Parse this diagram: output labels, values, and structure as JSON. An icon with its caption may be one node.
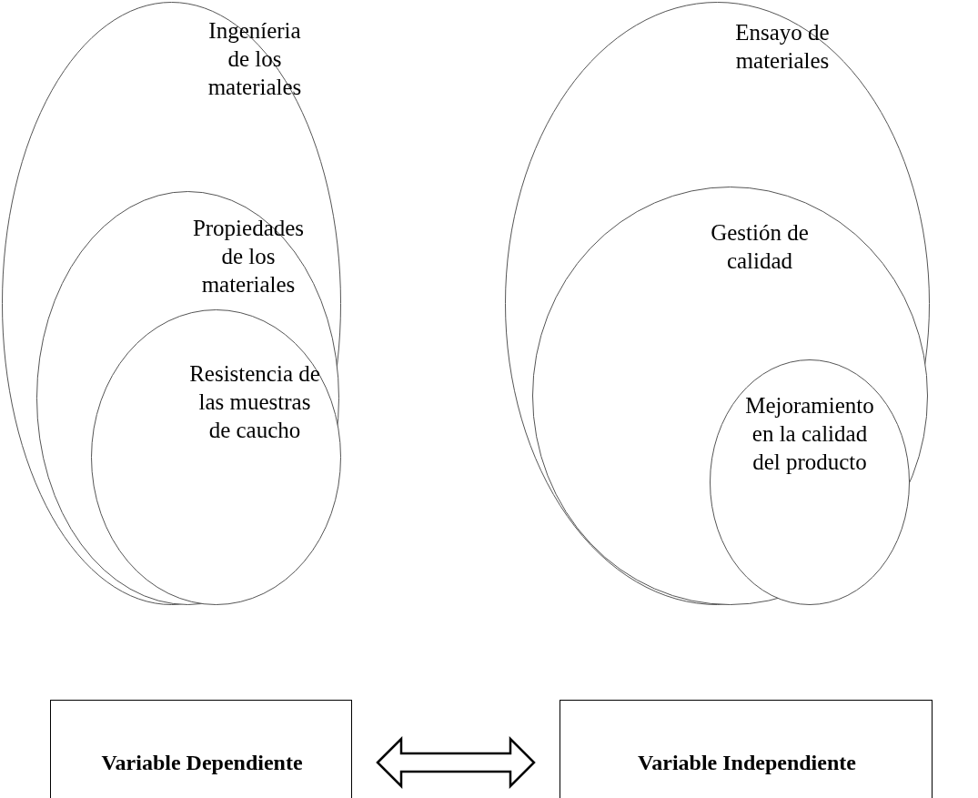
{
  "diagram": {
    "nodes": [
      {
        "text": [
          "Ingeníeria de los materiales"
        ]
      },
      {
        "text": [
          "Propiedades de los materiales"
        ],
        "in": 0
      },
      {
        "text": [
          "Resistencia de las muestras de caucho"
        ],
        "in": 1
      },
      {
        "text": [
          "Ensayo de materiales"
        ]
      },
      {
        "text": [
          "Gestión de calidad"
        ],
        "in": 3
      },
      {
        "text": [
          "Mejoramiento en la calidad del producto"
        ],
        "in": 4
      },
      {
        "text": [
          "Variable Dependiente"
        ]
      },
      {
        "text": [
          "Variable Independiente"
        ]
      }
    ],
    "edges": [
      {
        "from": 6,
        "to": 7,
        "arrow": "both"
      }
    ]
  }
}
